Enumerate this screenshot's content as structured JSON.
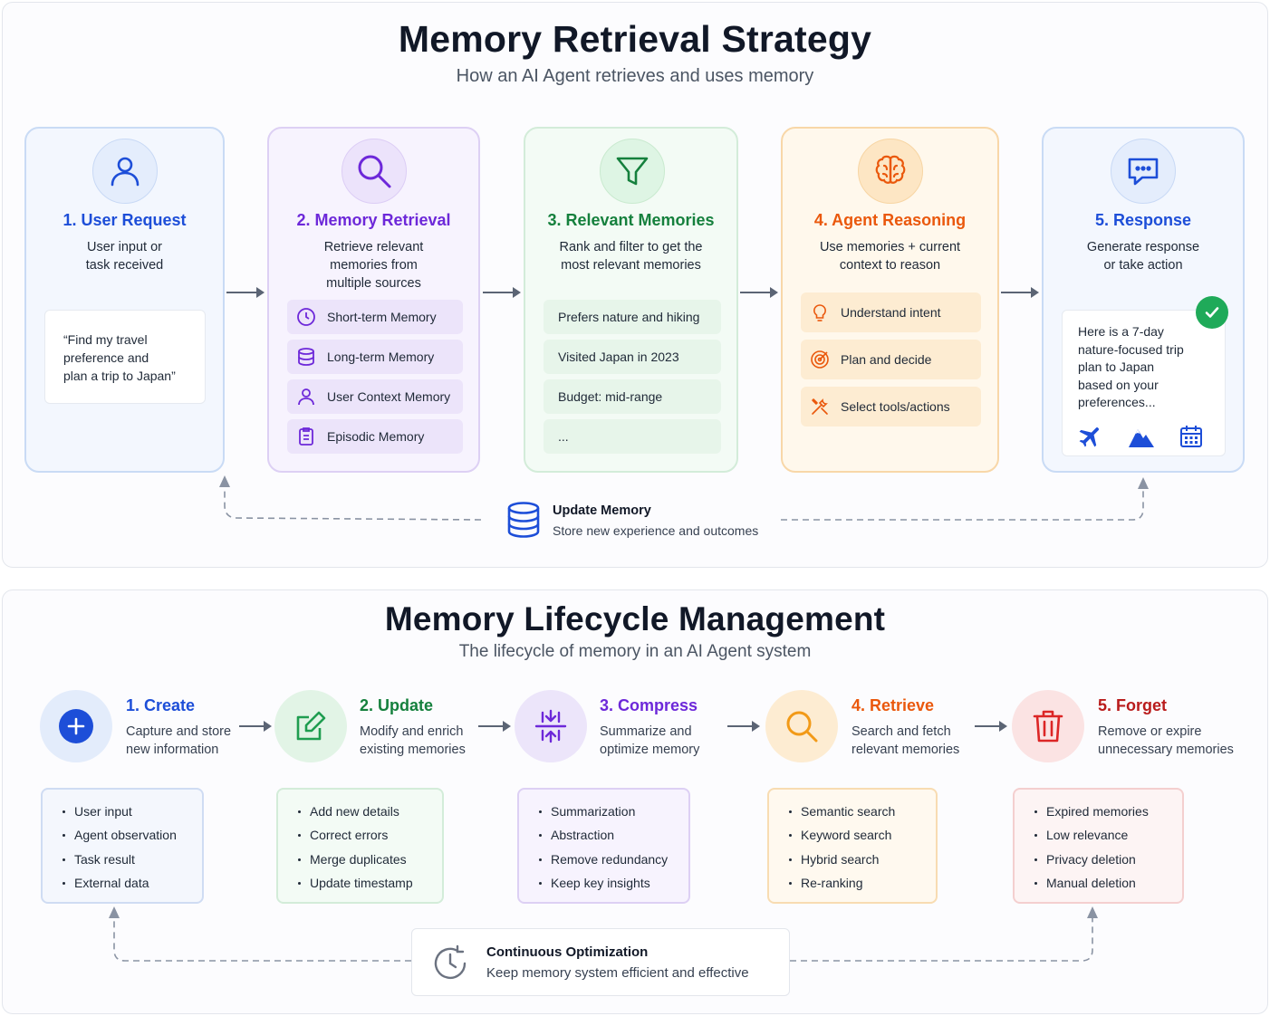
{
  "retrieval": {
    "title": "Memory Retrieval Strategy",
    "subtitle": "How an AI Agent retrieves and uses memory",
    "steps": [
      {
        "title": "1. User Request",
        "desc": "User input or\ntask received",
        "quote": "“Find my travel\npreference and\nplan a trip to Japan”",
        "color": "#1d4ed8"
      },
      {
        "title": "2. Memory Retrieval",
        "desc": "Retrieve relevant\nmemories from\nmultiple sources",
        "color": "#6d28d9",
        "items": [
          {
            "label": "Short-term Memory",
            "icon": "clock-icon"
          },
          {
            "label": "Long-term Memory",
            "icon": "database-icon"
          },
          {
            "label": "User Context Memory",
            "icon": "user-icon"
          },
          {
            "label": "Episodic Memory",
            "icon": "clipboard-icon"
          }
        ]
      },
      {
        "title": "3. Relevant Memories",
        "desc": "Rank and filter to get the\nmost relevant memories",
        "color": "#15803d",
        "items": [
          "Prefers nature and hiking",
          "Visited Japan in 2023",
          "Budget: mid-range",
          "..."
        ]
      },
      {
        "title": "4. Agent Reasoning",
        "desc": "Use memories + current\ncontext to reason",
        "color": "#ea580c",
        "items": [
          {
            "label": "Understand intent",
            "icon": "lightbulb-icon"
          },
          {
            "label": "Plan and decide",
            "icon": "target-icon"
          },
          {
            "label": "Select tools/actions",
            "icon": "tools-icon"
          }
        ]
      },
      {
        "title": "5. Response",
        "desc": "Generate response\nor take action",
        "color": "#1d4ed8",
        "response_text": "Here is a 7-day\nnature-focused trip\nplan to Japan\nbased on your\npreferences..."
      }
    ],
    "update": {
      "title": "Update Memory",
      "desc": "Store new experience and outcomes"
    }
  },
  "lifecycle": {
    "title": "Memory Lifecycle Management",
    "subtitle": "The lifecycle of memory in an AI Agent system",
    "stages": [
      {
        "title": "1. Create",
        "desc": "Capture and store\nnew information",
        "color": "#1d4ed8",
        "items": [
          "User input",
          "Agent observation",
          "Task result",
          "External data"
        ]
      },
      {
        "title": "2. Update",
        "desc": "Modify and enrich\nexisting memories",
        "color": "#15803d",
        "items": [
          "Add new details",
          "Correct errors",
          "Merge duplicates",
          "Update timestamp"
        ]
      },
      {
        "title": "3. Compress",
        "desc": "Summarize and\noptimize memory",
        "color": "#6d28d9",
        "items": [
          "Summarization",
          "Abstraction",
          "Remove redundancy",
          "Keep key insights"
        ]
      },
      {
        "title": "4. Retrieve",
        "desc": "Search and fetch\nrelevant memories",
        "color": "#ea580c",
        "items": [
          "Semantic search",
          "Keyword search",
          "Hybrid search",
          "Re-ranking"
        ]
      },
      {
        "title": "5. Forget",
        "desc": "Remove or expire\nunnecessary memories",
        "color": "#b91c1c",
        "items": [
          "Expired memories",
          "Low relevance",
          "Privacy deletion",
          "Manual deletion"
        ]
      }
    ],
    "optimization": {
      "title": "Continuous Optimization",
      "desc": "Keep memory system efficient and effective"
    }
  }
}
